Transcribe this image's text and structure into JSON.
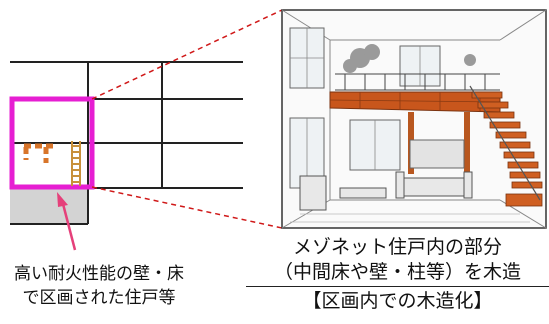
{
  "colors": {
    "highlight": "#e61ed2",
    "arrow": "#e5407a",
    "woodDash": "#d8752a",
    "grayCell": "#d3d3d3",
    "leader": "#d01818"
  },
  "illustration": {
    "kind": "interior sketch of a maisonette with a wooden mezzanine floor and stairs"
  },
  "labels": {
    "left_line1": "高い耐火性能の壁・床",
    "left_line2": "で区画された住戸等",
    "right_line1": "メゾネット住戸内の部分",
    "right_line2": "（中間床や壁・柱等）を木造",
    "right_line3": "【区画内での木造化】"
  }
}
